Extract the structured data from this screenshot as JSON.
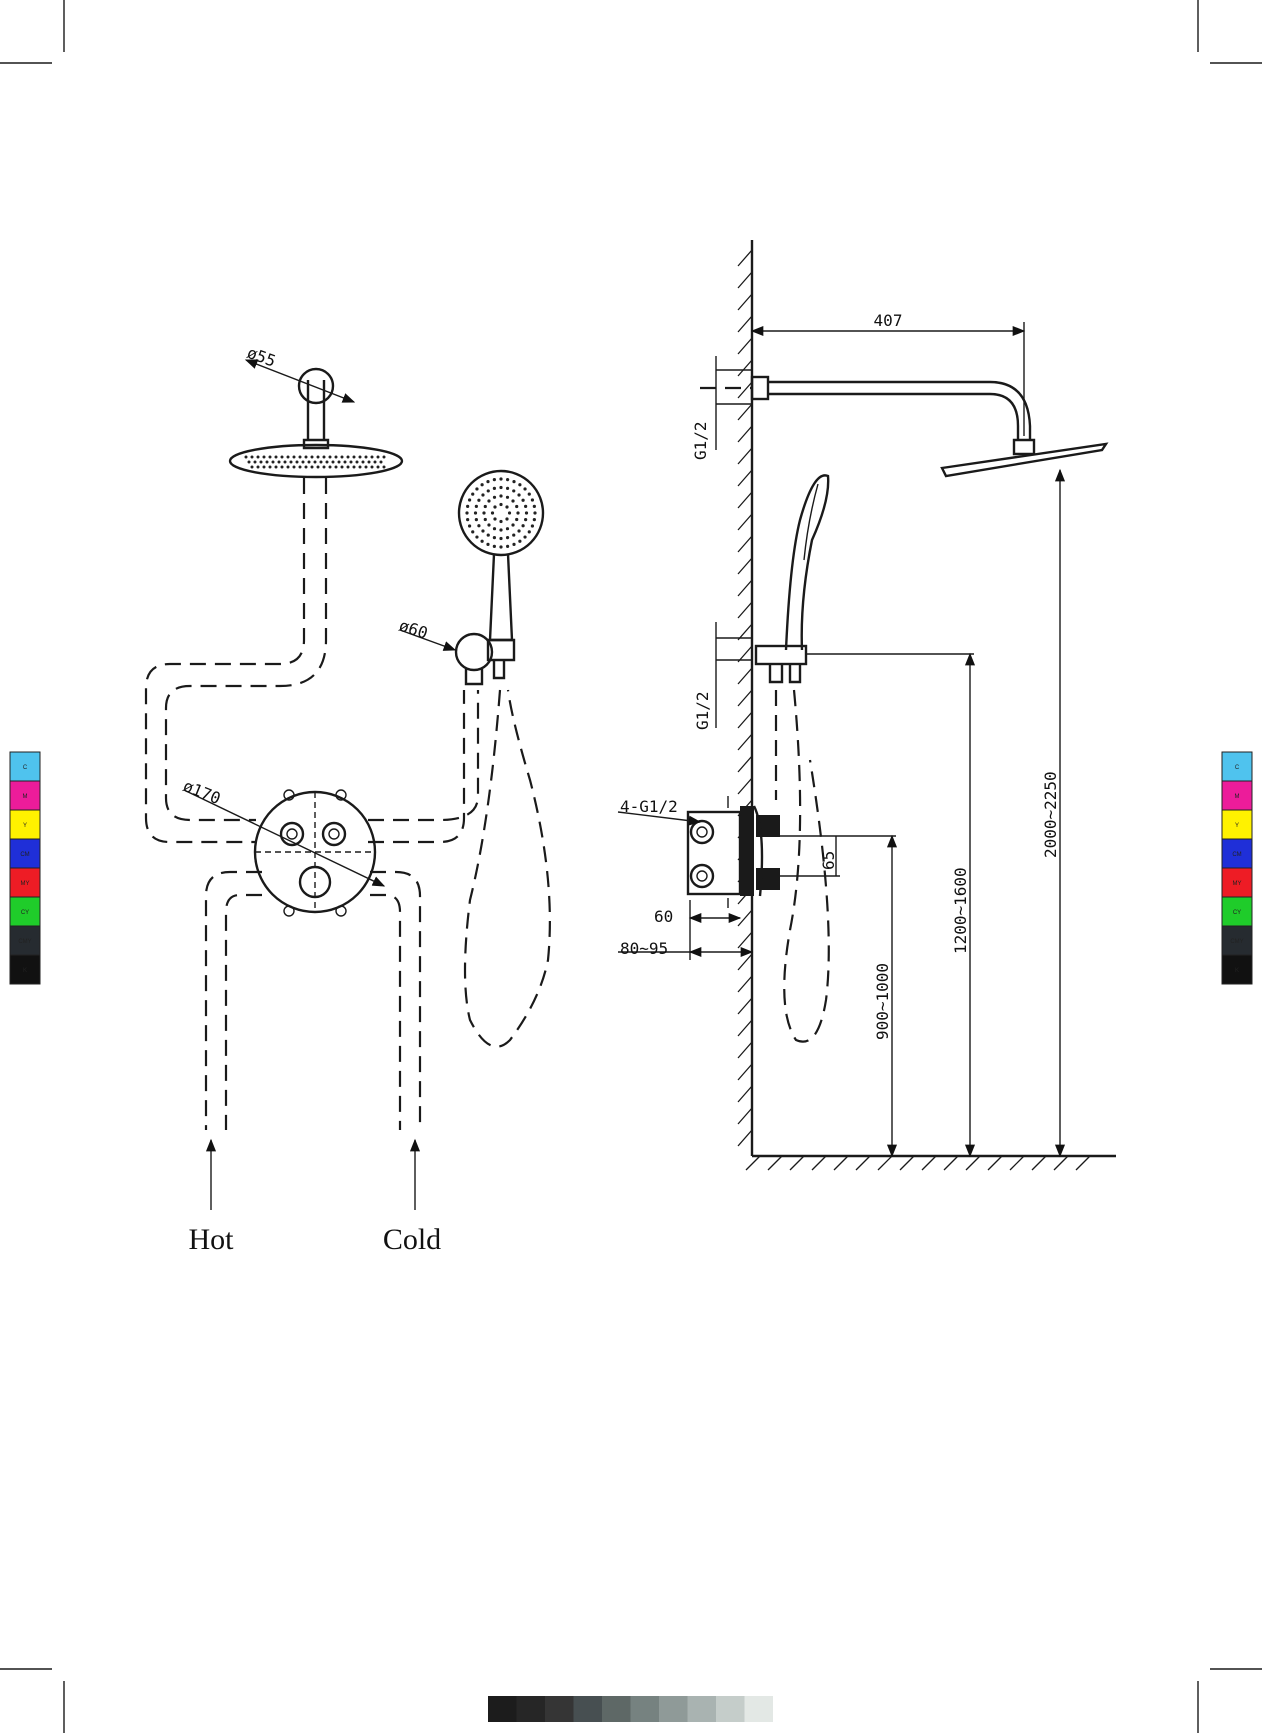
{
  "diagram": {
    "front_view": {
      "dim_ceiling_arm_dia": "ø55",
      "dim_bracket_dia": "ø60",
      "dim_valve_dia": "ø170",
      "label_hot": "Hot",
      "label_cold": "Cold"
    },
    "side_view": {
      "dim_arm_length": "407",
      "dim_arm_thread": "G1/2",
      "dim_bracket_thread": "G1/2",
      "dim_valve_inlets": "4-G1/2",
      "dim_outlet_spacing": "65",
      "dim_valve_depth": "60",
      "dim_wall_depth": "80~95",
      "dim_valve_height": "900~1000",
      "dim_bracket_height": "1200~1600",
      "dim_head_height": "2000~2250"
    }
  },
  "color_bar": {
    "swatches": [
      {
        "label": "C",
        "color": "#4fc3ee"
      },
      {
        "label": "M",
        "color": "#ec1c9a"
      },
      {
        "label": "Y",
        "color": "#fff200"
      },
      {
        "label": "CM",
        "color": "#1f2fd8"
      },
      {
        "label": "MY",
        "color": "#ee1c25"
      },
      {
        "label": "CY",
        "color": "#1fcc2a"
      },
      {
        "label": "CMY",
        "color": "#262b30"
      },
      {
        "label": "K",
        "color": "#111111"
      }
    ],
    "gray_steps": [
      "#1c1c1c",
      "#262626",
      "#353535",
      "#474f51",
      "#5e6866",
      "#768280",
      "#8f9a98",
      "#a9b3b1",
      "#c5cdca",
      "#e3e8e5"
    ]
  }
}
